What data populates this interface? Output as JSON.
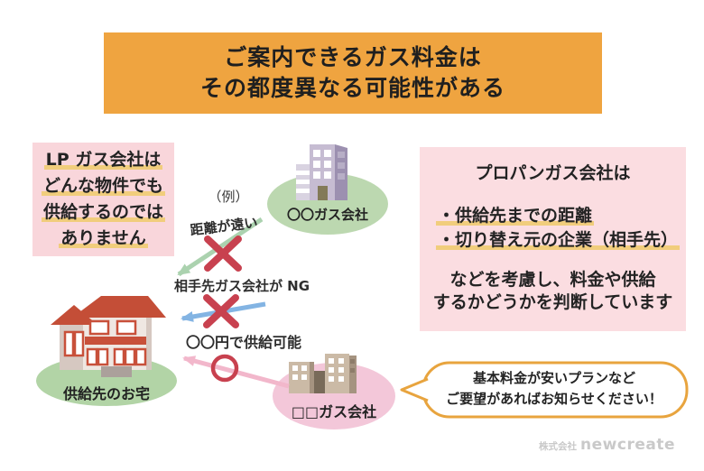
{
  "header": {
    "line1": "ご案内できるガス料金は",
    "line2": "その都度異なる可能性がある"
  },
  "left_note": {
    "lines": [
      "LP ガス会社は",
      "どんな物件でも",
      "供給するのでは",
      "ありません"
    ]
  },
  "example_label": "（例）",
  "company_a": {
    "name": "〇〇ガス会社"
  },
  "company_b": {
    "name": "□□ガス会社"
  },
  "home": {
    "label": "供給先のお宅"
  },
  "arrows": [
    {
      "label": "距離が遠い",
      "result": "ng",
      "color": "#abd2af"
    },
    {
      "label": "相手先ガス会社が NG",
      "result": "ng",
      "color": "#83b4e3"
    },
    {
      "label": "〇〇円で供給可能",
      "result": "ok",
      "color": "#f2b7cb"
    }
  ],
  "right_note": {
    "title": "プロパンガス会社は",
    "bullets": [
      "・供給先までの距離",
      "・切り替え元の企業（相手先）"
    ],
    "conclusion_line1": "などを考慮し、料金や供給",
    "conclusion_line2": "するかどうかを判断しています"
  },
  "speech_bubble": {
    "line1": "基本料金が安いプランなど",
    "line2": "ご要望があればお知らせください！"
  },
  "branding": {
    "company_prefix": "株式会社",
    "name": "newcreate"
  },
  "colors": {
    "header_bg": "#efa440",
    "note_pink": "#f9d6db",
    "highlight_yellow": "#f1cd7c",
    "ellipse_green": "#bcd8b0",
    "ellipse_pink": "#f3c7d9",
    "mark_red": "#c8414f",
    "bubble_border": "#e8a43e"
  }
}
